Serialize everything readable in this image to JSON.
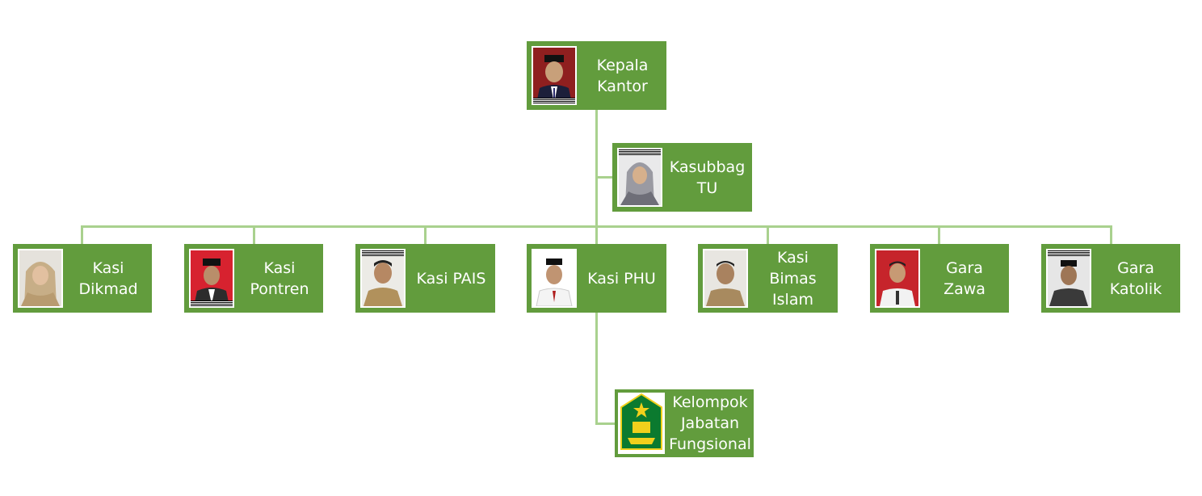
{
  "nodes": {
    "kepala_kantor": {
      "label": "Kepala\nKantor"
    },
    "kasubbag_tu": {
      "label": "Kasubbag\nTU"
    },
    "kasi_dikmad": {
      "label": "Kasi\nDikmad"
    },
    "kasi_pontren": {
      "label": "Kasi\nPontren"
    },
    "kasi_pais": {
      "label": "Kasi PAIS"
    },
    "kasi_phu": {
      "label": "Kasi PHU"
    },
    "kasi_bimas_islam": {
      "label": "Kasi Bimas\nIslam"
    },
    "gara_zawa": {
      "label": "Gara Zawa"
    },
    "gara_katolik": {
      "label": "Gara\nKatolik"
    },
    "kelompok_jabatan_fungsional": {
      "label": "Kelompok\nJabatan\nFungsional"
    }
  },
  "colors": {
    "box": "#629c3d",
    "connector": "#a9d18e",
    "text": "#ffffff"
  }
}
